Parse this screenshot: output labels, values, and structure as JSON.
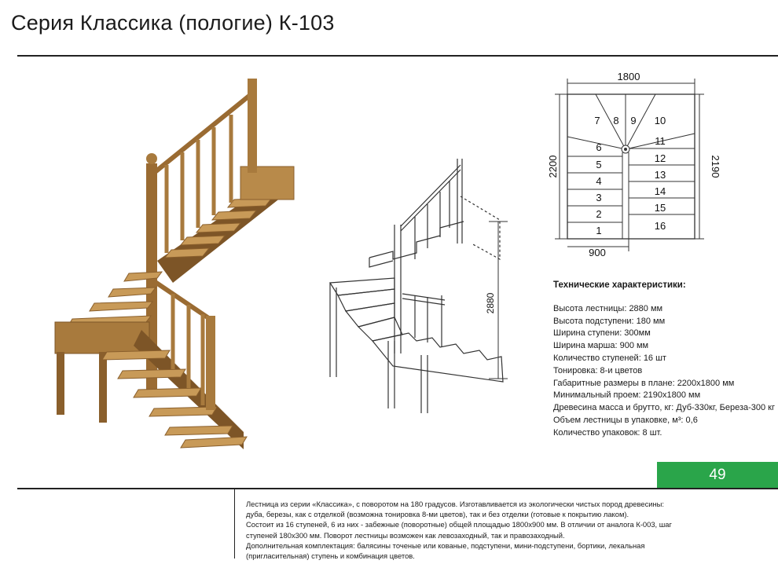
{
  "title": "Серия Классика (пологие) К-103",
  "page_number": "49",
  "plan": {
    "width_top": "1800",
    "width_bottom": "900",
    "height_left": "2200",
    "height_right": "2190",
    "step_numbers": [
      "1",
      "2",
      "3",
      "4",
      "5",
      "6",
      "7",
      "8",
      "9",
      "10",
      "11",
      "12",
      "13",
      "14",
      "15",
      "16"
    ]
  },
  "drawing": {
    "height_label": "2880"
  },
  "specs": {
    "heading": "Технические характеристики:",
    "rows": [
      "Высота лестницы: 2880 мм",
      "Высота подступени: 180 мм",
      "Ширина ступени: 300мм",
      "Ширина марша: 900 мм",
      "Количество ступеней: 16 шт",
      "Тонировка: 8-и цветов",
      "Габаритные размеры в плане: 2200х1800 мм",
      "Минимальный проем: 2190х1800 мм",
      "Древесина масса и брутто, кг: Дуб-330кг, Береза-300 кг",
      "Объем лестницы в упаковке, м³: 0,6",
      "Количество упаковок: 8 шт."
    ]
  },
  "description": [
    "Лестница из серии «Классика», с поворотом на 180 градусов. Изготавливается из экологически чистых пород древесины:",
    "дуба, березы, как с отделкой (возможна тонировка 8-ми цветов), так и без отделки (готовые к покрытию лаком).",
    "Состоит из 16 ступеней, 6 из них - забежные (поворотные) общей площадью 1800х900 мм. В отличии от аналога К-003, шаг",
    "ступеней 180х300 мм. Поворот лестницы возможен как левозаходный, так и правозаходный.",
    "Дополнительная комплектация: балясины точеные или кованые, подступени, мини-подступени, бортики, лекальная",
    "(пригласительная) ступень и комбинация цветов."
  ],
  "colors": {
    "accent_green": "#2aa54a",
    "wood": "#a87a3d",
    "wood_dark": "#7d5527",
    "wood_light": "#c89a58"
  }
}
